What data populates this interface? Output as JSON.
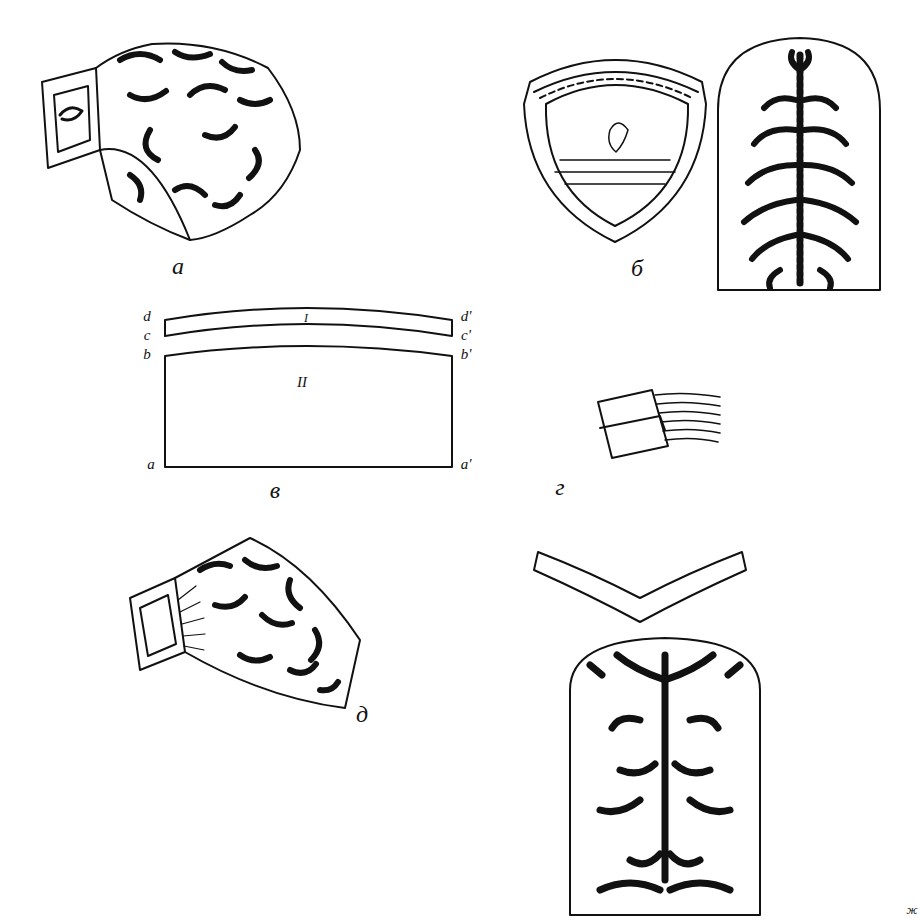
{
  "diagram": {
    "labels": [
      "а",
      "б",
      "d",
      "d'",
      "I",
      "c",
      "c'",
      "b",
      "b'",
      "II",
      "a",
      "a'",
      "в",
      "г",
      "д",
      "ж"
    ]
  }
}
